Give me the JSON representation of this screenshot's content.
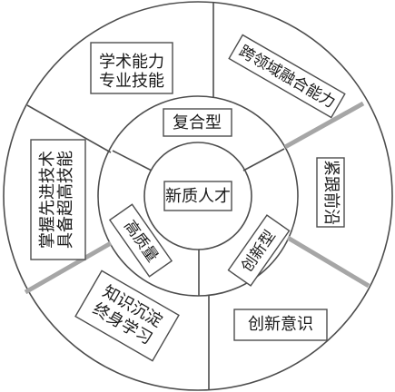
{
  "center": {
    "label": "新质人才"
  },
  "middle": {
    "top": "复合型",
    "right": "创新型",
    "left": "高质量"
  },
  "outer": {
    "top_left": {
      "line1": "学术能力",
      "line2": "专业技能"
    },
    "top_right": {
      "line1": "跨领域融合能力"
    },
    "right": {
      "line1": "紧跟前沿"
    },
    "bottom_right": {
      "line1": "创新意识"
    },
    "bottom_left": {
      "line1": "知识沉淀",
      "line2": "终身学习"
    },
    "left": {
      "line1": "具备超高技能",
      "line2": "掌握先进技术"
    }
  },
  "colors": {
    "stroke": "#4d4d4d",
    "divider_gray": "#a6a6a6",
    "text": "#1a1a1a",
    "fill": "#ffffff"
  }
}
